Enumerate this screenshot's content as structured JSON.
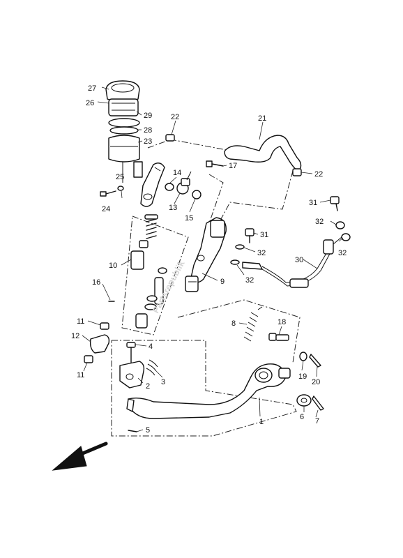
{
  "watermark": "Partsrepublik",
  "callouts": [
    "1",
    "2",
    "3",
    "4",
    "5",
    "6",
    "7",
    "8",
    "9",
    "10",
    "11",
    "11",
    "12",
    "13",
    "14",
    "15",
    "16",
    "17",
    "18",
    "19",
    "20",
    "21",
    "22",
    "22",
    "23",
    "24",
    "25",
    "26",
    "27",
    "28",
    "29",
    "30",
    "31",
    "31",
    "32",
    "32",
    "32",
    "32"
  ]
}
